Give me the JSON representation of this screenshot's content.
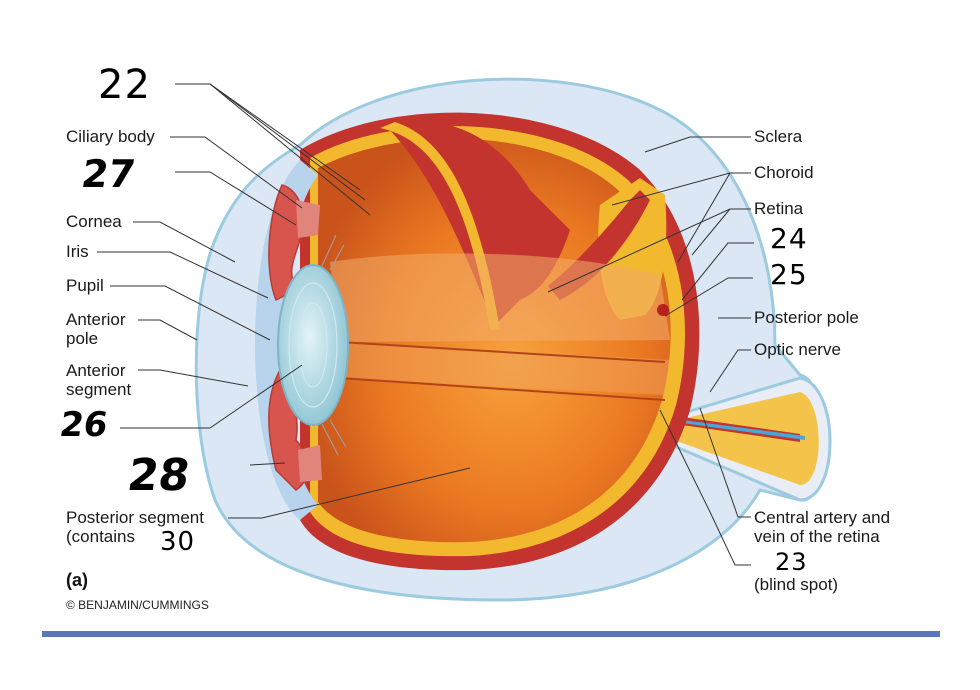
{
  "labels_left": {
    "ciliary_body": "Ciliary body",
    "cornea": "Cornea",
    "iris": "Iris",
    "pupil": "Pupil",
    "anterior_pole_1": "Anterior",
    "anterior_pole_2": "pole",
    "anterior_segment_1": "Anterior",
    "anterior_segment_2": "segment",
    "posterior_segment_1": "Posterior segment",
    "posterior_segment_2": "(contains"
  },
  "labels_right": {
    "sclera": "Sclera",
    "choroid": "Choroid",
    "retina": "Retina",
    "posterior_pole": "Posterior pole",
    "optic_nerve": "Optic nerve",
    "central_artery_1": "Central artery and",
    "central_artery_2": "vein of the retina",
    "blind_spot": "(blind spot)"
  },
  "handwritten": {
    "n22": "22",
    "n27": "27",
    "n24": "24",
    "n25": "25",
    "n26": "26",
    "n28": "28",
    "n30": "30",
    "n23": "23"
  },
  "part_label": "(a)",
  "copyright": "© BENJAMIN/CUMMINGS",
  "colors": {
    "sclera_outline": "#9ccbe0",
    "aqueous": "#c9dcef",
    "choroid": "#c4342e",
    "retina": "#f2b92e",
    "vitreous": "#e9741f",
    "lens": "#b8dde6",
    "bar": "#5a76b8"
  }
}
